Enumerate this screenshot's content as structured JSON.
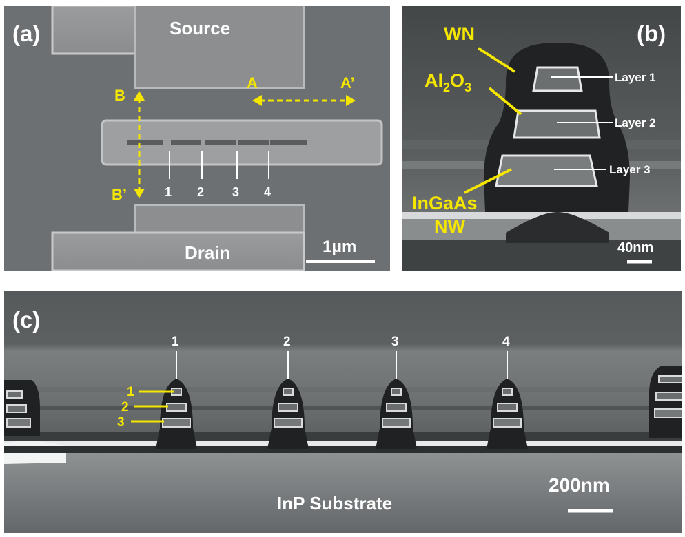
{
  "figure": {
    "panel_a": {
      "label": "(a)",
      "source_label": "Source",
      "drain_label": "Drain",
      "section_a": "A",
      "section_a_prime": "A’",
      "section_b": "B",
      "section_b_prime": "B’",
      "wire_numbers": [
        "1",
        "2",
        "3",
        "4"
      ],
      "scale_bar": "1μm"
    },
    "panel_b": {
      "label": "(b)",
      "wn_label": "WN",
      "oxide_label_main": "Al",
      "oxide_sub_1": "2",
      "oxide_mid": "O",
      "oxide_sub_2": "3",
      "ingaas_label": "InGaAs",
      "nw_label": "NW",
      "layers": [
        "Layer 1",
        "Layer 2",
        "Layer 3"
      ],
      "scale_bar": "40nm"
    },
    "panel_c": {
      "label": "(c)",
      "stack_numbers": [
        "1",
        "2",
        "3",
        "4"
      ],
      "layer_numbers": [
        "1",
        "2",
        "3"
      ],
      "substrate_label": "InP Substrate",
      "scale_bar": "200nm"
    },
    "colors": {
      "annotation_yellow": "#f5e600",
      "annotation_white": "#ffffff"
    }
  }
}
